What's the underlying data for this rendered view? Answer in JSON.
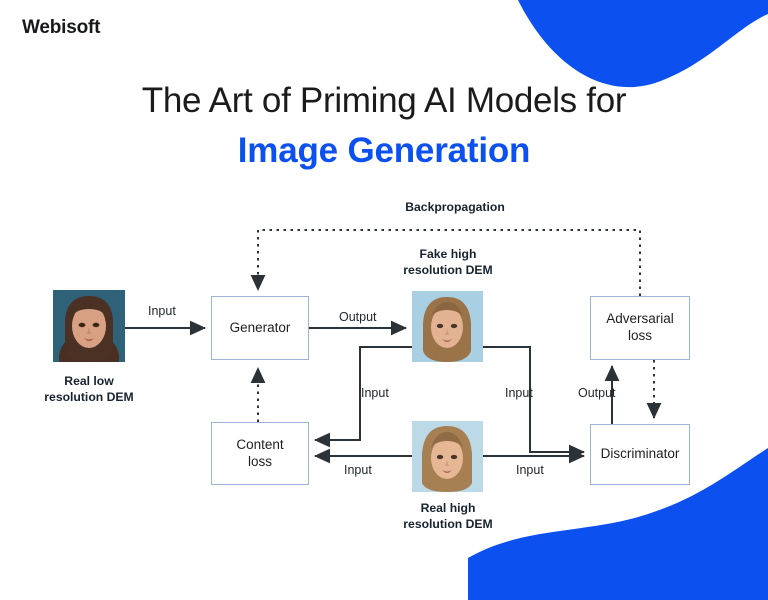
{
  "brand": {
    "logo_text": "Webisoft"
  },
  "title": {
    "line1": "The Art of Priming AI Models for",
    "line2": "Image Generation"
  },
  "colors": {
    "accent_blue": "#0d50f0",
    "title_black": "#1b1b1b",
    "box_border": "#9bb3d4",
    "arrow": "#2c3338",
    "caption": "#17232e"
  },
  "diagram": {
    "type": "gan-super-resolution-flowchart",
    "backpropagation_label": "Backpropagation",
    "nodes": [
      {
        "id": "generator",
        "label": "Generator"
      },
      {
        "id": "content-loss",
        "label": "Content\nloss",
        "line1": "Content",
        "line2": "loss"
      },
      {
        "id": "adversarial-loss",
        "label": "Adversarial\nloss",
        "line1": "Adversarial",
        "line2": "loss"
      },
      {
        "id": "discriminator",
        "label": "Discriminator"
      }
    ],
    "images": [
      {
        "id": "real-low-res",
        "caption_line1": "Real low",
        "caption_line2": "resolution DEM"
      },
      {
        "id": "fake-high-res",
        "caption_line1": "Fake high",
        "caption_line2": "resolution DEM"
      },
      {
        "id": "real-high-res",
        "caption_line1": "Real high",
        "caption_line2": "resolution DEM"
      }
    ],
    "edge_labels": {
      "input_to_generator": "Input",
      "output_of_generator": "Output",
      "input_fake_to_content_loss": "Input",
      "input_fake_to_discriminator": "Input",
      "input_real_to_content_loss": "Input",
      "input_real_to_discriminator": "Input",
      "output_of_discriminator": "Output"
    }
  }
}
